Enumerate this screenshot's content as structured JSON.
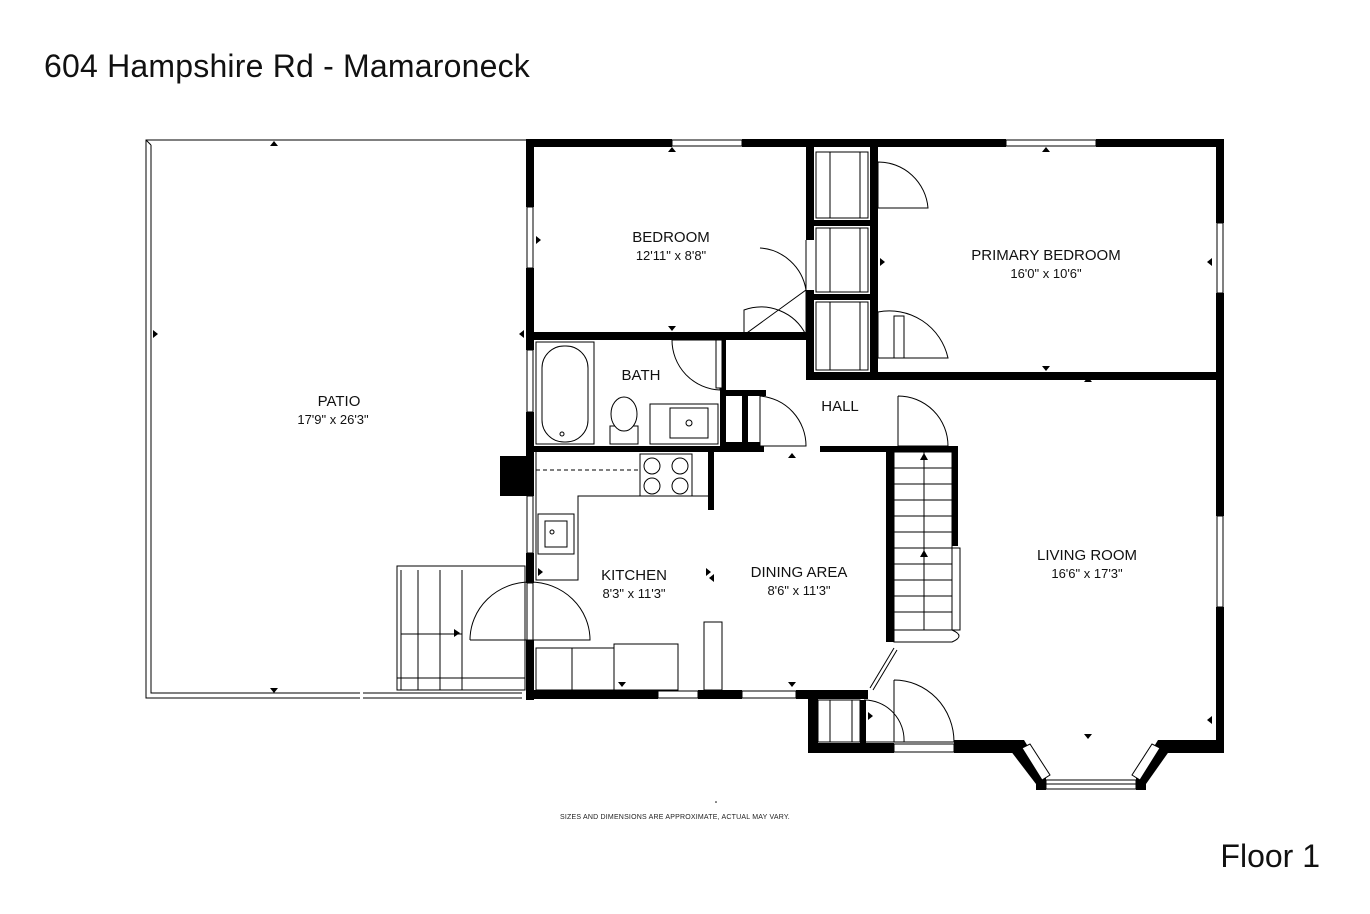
{
  "header": {
    "title": "604 Hampshire Rd - Mamaroneck"
  },
  "footer": {
    "disclaimer": "SIZES AND DIMENSIONS ARE APPROXIMATE, ACTUAL MAY VARY.",
    "floor_label": "Floor 1"
  },
  "rooms": {
    "patio": {
      "name": "PATIO",
      "dims": "17'9\" x 26'3\""
    },
    "bedroom": {
      "name": "BEDROOM",
      "dims": "12'11\" x 8'8\""
    },
    "primary": {
      "name": "PRIMARY BEDROOM",
      "dims": "16'0\" x 10'6\""
    },
    "bath": {
      "name": "BATH",
      "dims": ""
    },
    "hall": {
      "name": "HALL",
      "dims": ""
    },
    "kitchen": {
      "name": "KITCHEN",
      "dims": "8'3\" x 11'3\""
    },
    "dining": {
      "name": "DINING AREA",
      "dims": "8'6\" x 11'3\""
    },
    "living": {
      "name": "LIVING ROOM",
      "dims": "16'6\" x 17'3\""
    }
  }
}
